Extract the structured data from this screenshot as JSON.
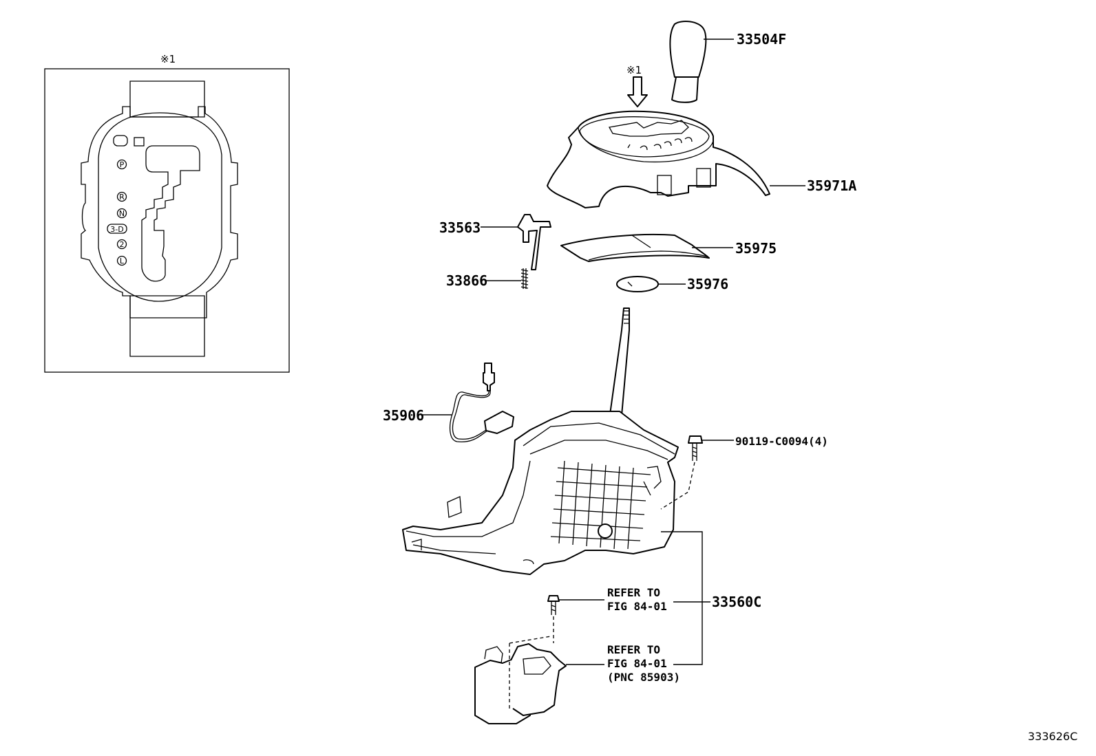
{
  "inset": {
    "mark": "※1",
    "gate_positions": [
      "P",
      "R",
      "N",
      "3-D",
      "2",
      "L"
    ]
  },
  "arrow_mark": "※1",
  "parts": {
    "p33504F": "33504F",
    "p35971A": "35971A",
    "p33563": "33563",
    "p35975": "35975",
    "p33866": "33866",
    "p35976": "35976",
    "p35906": "35906",
    "p90119": "90119-C0094(4)",
    "p33560C": "33560C"
  },
  "refer1": {
    "line1": "REFER TO",
    "line2": "FIG 84-01"
  },
  "refer2": {
    "line1": "REFER TO",
    "line2": "FIG 84-01",
    "line3": "(PNC 85903)"
  },
  "diagram_code": "333626C"
}
